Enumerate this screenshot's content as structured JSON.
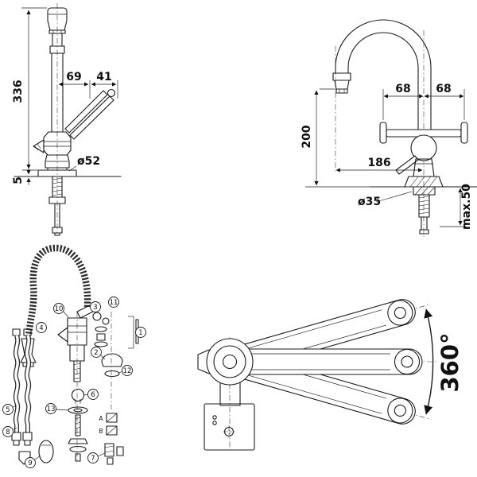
{
  "colors": {
    "ink": "#1b1b1b",
    "paper": "#ffffff"
  },
  "views": {
    "side1": {
      "dims": {
        "height": "336",
        "reach": "69",
        "handle": "41",
        "base_dia": "ø52",
        "plate": "5"
      }
    },
    "side2": {
      "dims": {
        "outlet_height": "200",
        "handle_left": "68",
        "handle_right": "68",
        "reach": "186",
        "hole_dia": "ø35",
        "counter_max": "max.50"
      }
    },
    "exploded": {
      "parts": [
        "1",
        "2",
        "3",
        "4",
        "5",
        "6",
        "7",
        "8",
        "9",
        "10",
        "11",
        "12",
        "13"
      ],
      "label_a": "A",
      "label_b": "B"
    },
    "top": {
      "swivel": "360°"
    }
  }
}
